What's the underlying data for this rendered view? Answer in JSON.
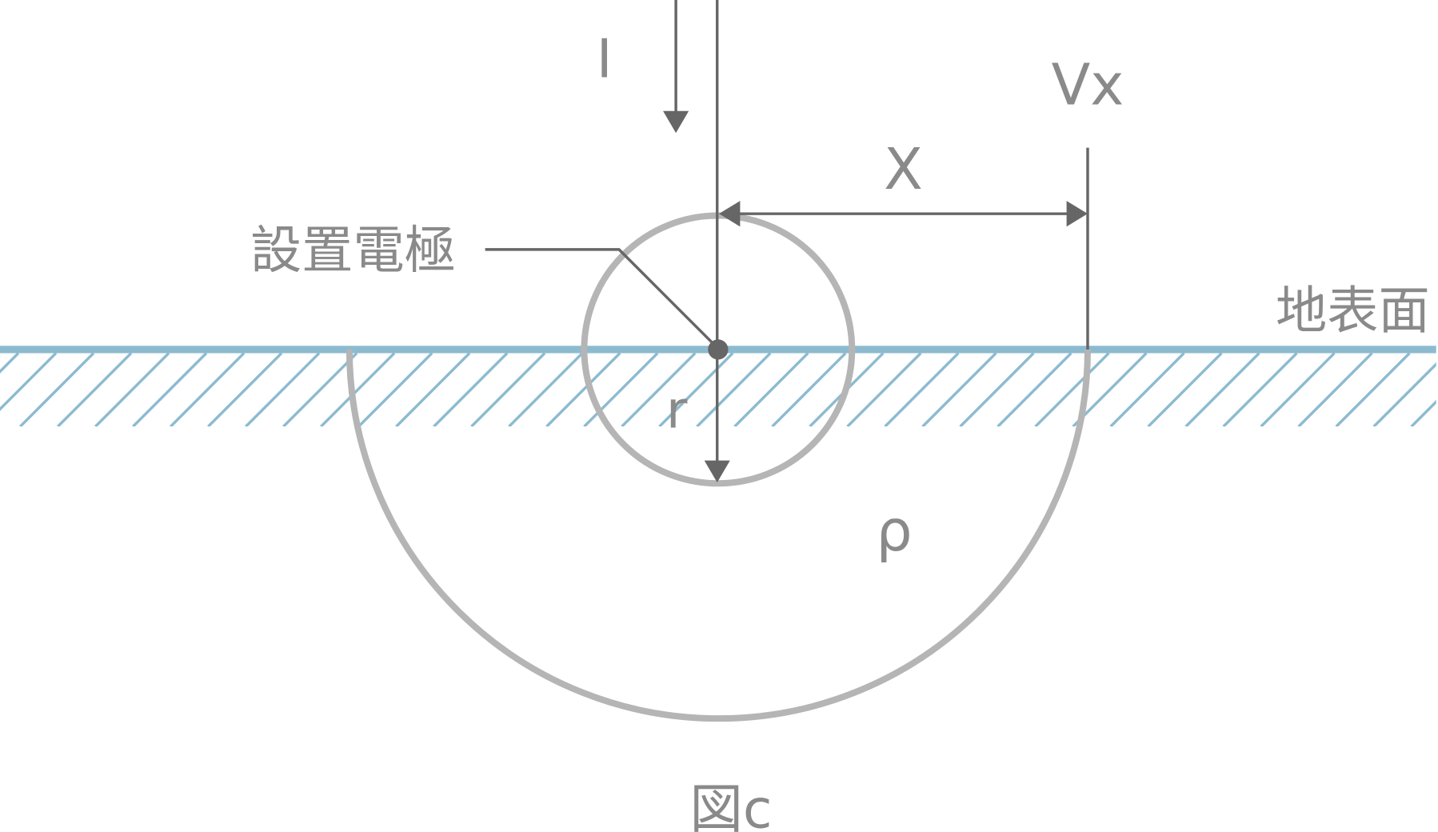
{
  "labels": {
    "current": "I",
    "voltage": "Vx",
    "distance": "X",
    "electrode": "設置電極",
    "ground_surface": "地表面",
    "radius": "r",
    "resistivity": "ρ",
    "caption": "図c"
  },
  "colors": {
    "ground": "#8cbbd0",
    "line": "#666666",
    "circle": "#b5b5b5",
    "text": "#8a8a8a"
  }
}
